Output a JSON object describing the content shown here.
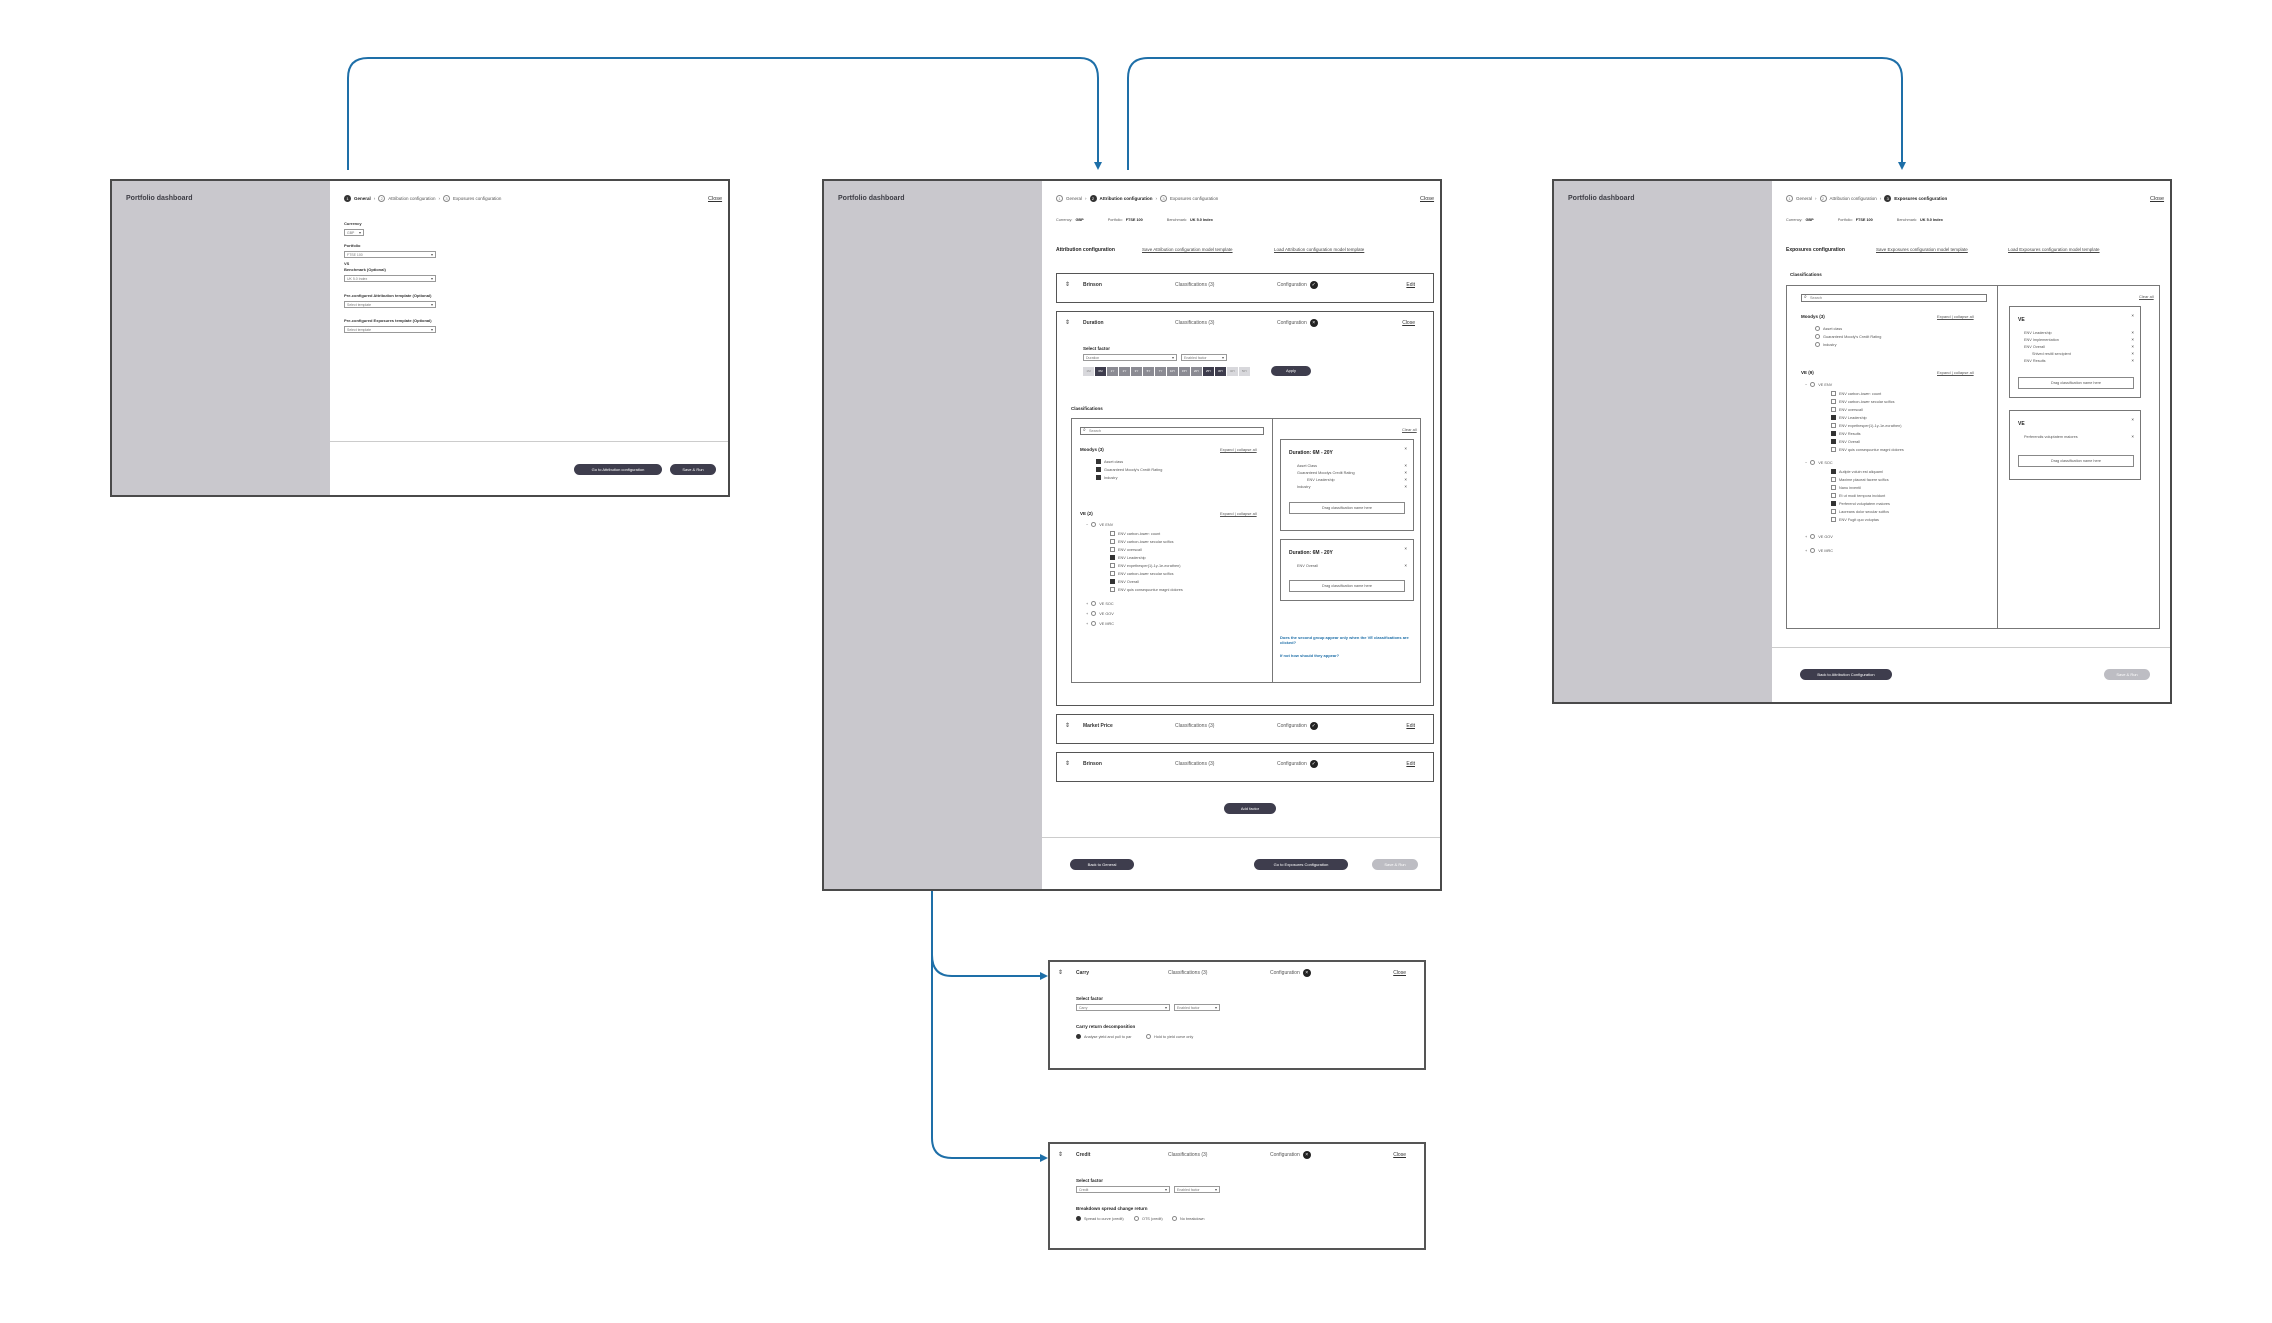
{
  "sidebar_title": "Portfolio dashboard",
  "close_label": "Close",
  "steps": [
    "General",
    "Attribution configuration",
    "Exposures configuration"
  ],
  "general": {
    "currency_label": "Currency",
    "currency_value": "GBP",
    "portfolio_label": "Portfolio",
    "portfolio_value": "FTSE 100",
    "vs_label": "VS",
    "benchmark_label": "Benchmark (Optional)",
    "benchmark_value": "UK 5.0 Index",
    "attr_template_label": "Pre-configured Attribution template (Optional)",
    "attr_template_placeholder": "Select template",
    "exp_template_label": "Pre-configured Exposures template (Optional)",
    "exp_template_placeholder": "Select template",
    "go_attr_button": "Go to Attribution configuration",
    "save_run_button": "Save & Run"
  },
  "summary": {
    "currency_label": "Currency:",
    "currency_value": "GBP",
    "portfolio_label": "Portfolio:",
    "portfolio_value": "FTSE 100",
    "benchmark_label": "Benchmark:",
    "benchmark_value": "UK 5.0 Index"
  },
  "attribution": {
    "heading": "Attribution configuration",
    "save_template_link": "Save Attribution configuration model template",
    "load_template_link": "Load Attribution configuration model template",
    "factors": [
      {
        "name": "Brinson",
        "classifications": "Classifications (3)",
        "config": "Configuration",
        "action": "Edit"
      },
      {
        "name": "Duration",
        "classifications": "Classifications (3)",
        "config": "Configuration",
        "action": "Close"
      },
      {
        "name": "Market Price",
        "classifications": "Classifications (3)",
        "config": "Configuration",
        "action": "Edit"
      },
      {
        "name": "Brinson",
        "classifications": "Classifications (3)",
        "config": "Configuration",
        "action": "Edit"
      }
    ],
    "select_factor_label": "Select factor",
    "factor_value": "Duration",
    "factor_input": "Enabled factor",
    "tenors": [
      "1M",
      "6M",
      "1Y",
      "2Y",
      "3Y",
      "5Y",
      "7Y",
      "10Y",
      "15Y",
      "20Y",
      "25Y",
      "30Y",
      "40Y",
      "50Y"
    ],
    "apply_button": "Apply",
    "classifications_heading": "Classifications",
    "search_placeholder": "Search",
    "clear_all": "Clear all",
    "expand_collapse": "Expand | collapse all",
    "moodys_label": "Moodys (3)",
    "moodys_items": [
      "Asset class",
      "Guaranteed Moody's Credit Rating",
      "Industry"
    ],
    "ve_label": "VE (2)",
    "ve_group": "VE ENV",
    "ve_items": [
      "ENV carbon-lower: count",
      "ENV carbon-lower secular scifics",
      "ENV overscall",
      "ENV Leadership",
      "ENV expethesper(1)-1y-1e-ecrathen)",
      "ENV carbon-lower secular scifics",
      "ENV Overall",
      "ENV quis consequuntur magni dolores"
    ],
    "ve_other_groups": [
      "VE SOC",
      "VE GOV",
      "VE MRC"
    ],
    "group1_title": "Duration: 6M - 20Y",
    "group1_items": [
      "Asset Class",
      "Guaranteed Moodys Credit Rating",
      "ENV Leadership",
      "Industry"
    ],
    "drag_placeholder": "Drag classification name here",
    "group2_title": "Duration: 6M - 20Y",
    "group2_items": [
      "ENV Overall"
    ],
    "question": "Does the second group appear only when the VE classifications are clicked?",
    "question2": "If not how should they appear?",
    "add_factor_button": "Add factor",
    "back_button": "Back to General",
    "go_exp_button": "Go to Exposures Configuration",
    "save_run_button": "Save & Run"
  },
  "exposures": {
    "heading": "Exposures configuration",
    "save_template_link": "Save Exposures configuration model template",
    "load_template_link": "Load Exposures configuration model template",
    "classifications_heading": "Classifications",
    "search_placeholder": "Search",
    "clear_all": "Clear all",
    "expand_collapse": "Expand | collapse all",
    "moodys_label": "Moodys (3)",
    "moodys_items": [
      "Asset class",
      "Guaranteed Moody's Credit Rating",
      "Industry"
    ],
    "ve_label": "VE (9)",
    "ve_group1": "VE ENV",
    "ve_group1_items": [
      "ENV carbon-lower: count",
      "ENV carbon-lower secular scifics",
      "ENV overscall",
      "ENV Leadership",
      "ENV expethesper(1)-1y-1e-ecrathen)",
      "ENV Results",
      "ENV Overall",
      "ENV quis consequuntur magni dolores"
    ],
    "ve_group2": "VE SOC",
    "ve_group2_items": [
      "Autiple voluin est aliquaml",
      "Maxime placeat facere scifics",
      "Nanu inventil",
      "Et ut modi tempora incidunt",
      "Perferend voluptatem maiores",
      "Laoreans dolor secular scifics",
      "ENV Fugit quo voluptas"
    ],
    "ve_other_groups": [
      "VE GOV",
      "VE MRC"
    ],
    "group1_title": "VE",
    "group1_items": [
      "ENV Leadership",
      "ENV Implementation",
      "ENV Overall",
      "Shlved resitil sercipient",
      "ENV Results"
    ],
    "group2_title": "VE",
    "group2_items": [
      "Perferendis voluptatem maiores"
    ],
    "drag_placeholder": "Drag classification name here",
    "back_button": "Back to Attribution Configuration",
    "save_run_button": "Save & Run"
  },
  "carry": {
    "name": "Carry",
    "classifications": "Classifications (3)",
    "config": "Configuration",
    "action": "Close",
    "select_factor_label": "Select factor",
    "factor_value": "Carry",
    "factor_input": "Enabled factor",
    "decomp_label": "Carry return decomposition",
    "options": [
      "Analyse yield and pull to par",
      "Hold to yield curve only"
    ]
  },
  "credit": {
    "name": "Credit",
    "classifications": "Classifications (3)",
    "config": "Configuration",
    "action": "Close",
    "select_factor_label": "Select factor",
    "factor_value": "Credit",
    "factor_input": "Enabled factor",
    "breakdown_label": "Breakdown spread change return",
    "options": [
      "Spread to curve (credit)",
      "OTS (credit)",
      "No breakdown"
    ]
  },
  "colors": {
    "flow_arrow": "#1e6fa8",
    "sidebar": "#c9c8cd",
    "button_dark": "#3e3d4d"
  }
}
